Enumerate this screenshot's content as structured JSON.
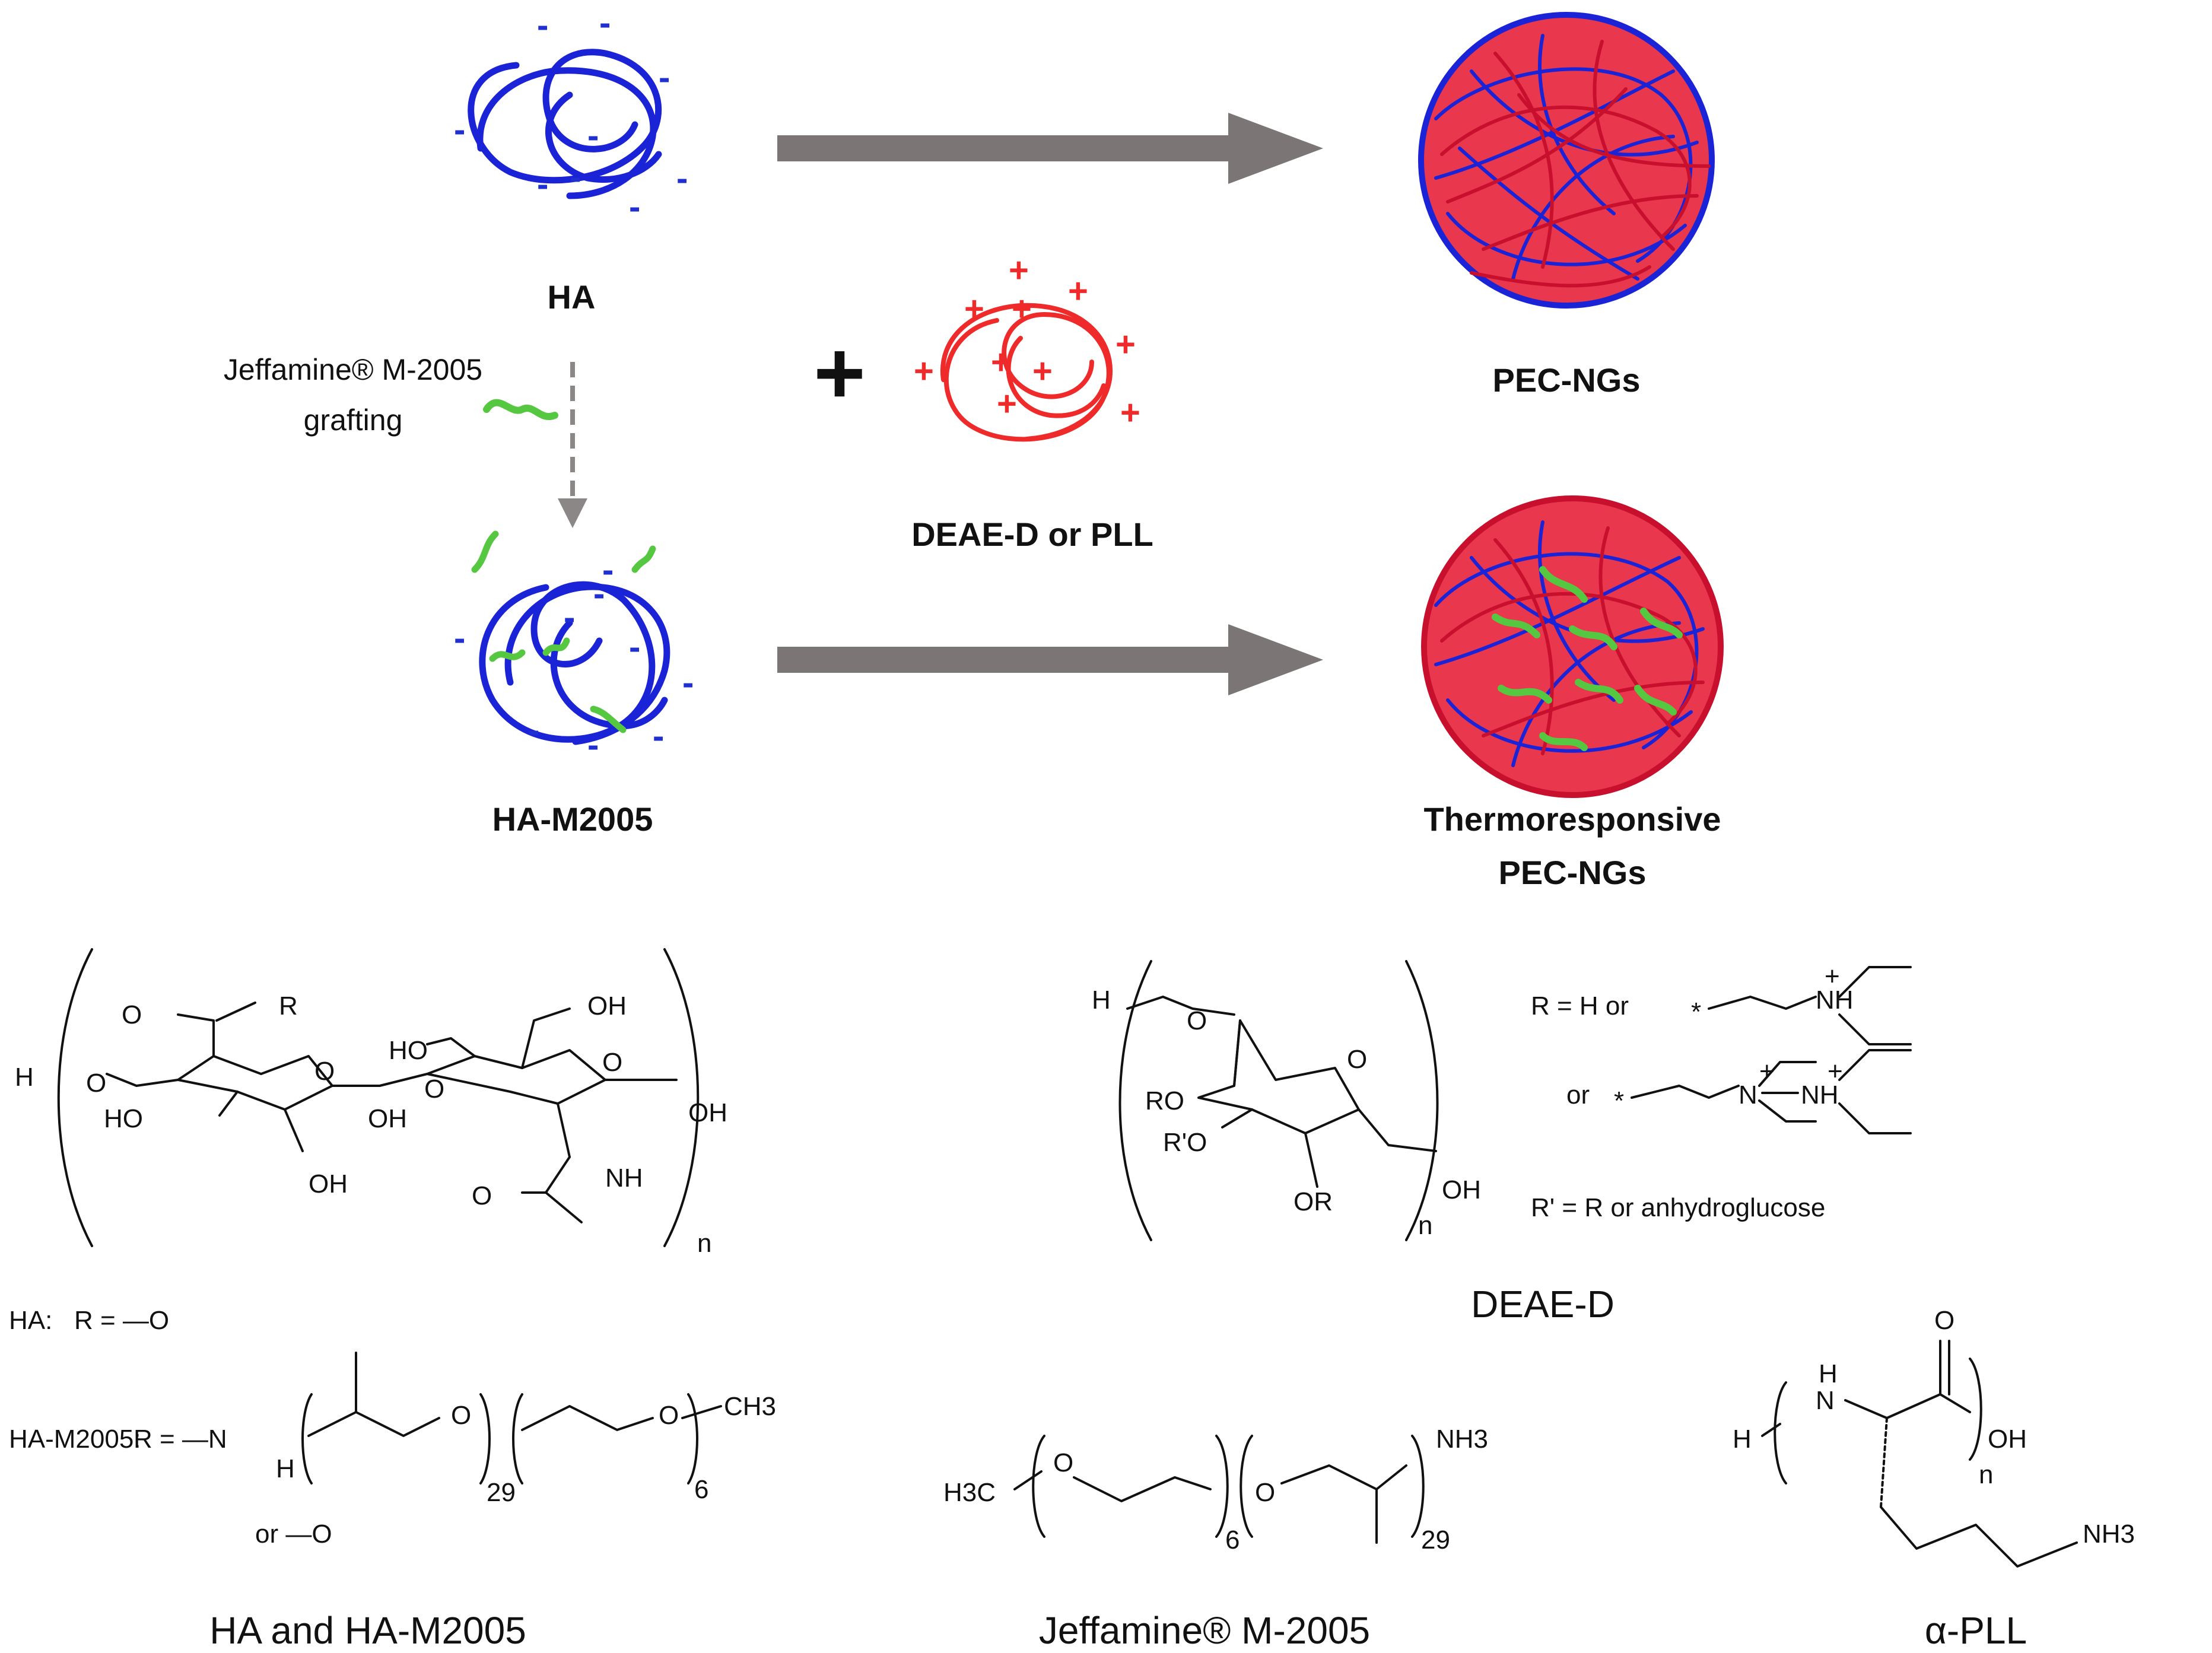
{
  "colors": {
    "anionic": "#1a23d6",
    "cationic": "#ee2a2a",
    "graft": "#56c740",
    "arrow": "#7b7575",
    "text": "#111111"
  },
  "schematic": {
    "ha_label": "HA",
    "grafting_label_line1": "Jeffamine® M-2005",
    "grafting_label_line2": "grafting",
    "ha_m2005_label": "HA-M2005",
    "plus_sign": "+",
    "polycation_label": "DEAE-D or PLL",
    "pec_ngs_label": "PEC-NGs",
    "thermo_label_line1": "Thermoresponsive",
    "thermo_label_line2": "PEC-NGs",
    "negative_charge": "-",
    "positive_charge": "+"
  },
  "structures": {
    "ha": {
      "caption": "HA and HA-M2005",
      "r_group": "R",
      "subscript_n": "n",
      "atoms": [
        "O",
        "R",
        "OH",
        "H",
        "O",
        "O",
        "HO",
        "O",
        "O",
        "OH",
        "HO",
        "OH",
        "OH",
        "NH",
        "O"
      ],
      "ha_def_prefix": "HA:",
      "ha_def_r": "R = —O",
      "ha_m2005_def_prefix": "HA-M2005:",
      "ha_m2005_def_r": "R = —N",
      "ha_m2005_def_h": "H",
      "ha_m2005_o1": "O",
      "ha_m2005_sub29": "29",
      "ha_m2005_o2": "O",
      "ha_m2005_sub6": "6",
      "ha_m2005_ch3": "CH3",
      "or_o": "or —O"
    },
    "deae": {
      "caption": "DEAE-D",
      "atoms": [
        "H",
        "O",
        "RO",
        "R'O",
        "O",
        "OR",
        "OH"
      ],
      "subscript_n": "n",
      "r_def": "R = H or",
      "or_word": "or",
      "r_prime_def": "R' = R or  anhydroglucose",
      "star": "*",
      "nh": "NH",
      "n": "N",
      "plus": "+",
      "h": "H"
    },
    "jeffamine": {
      "caption": "Jeffamine® M-2005",
      "h3c": "H3C",
      "o1": "O",
      "sub6": "6",
      "o2": "O",
      "sub29": "29",
      "nh3": "NH3"
    },
    "pll": {
      "caption": "α-PLL",
      "h": "H",
      "nh": "H",
      "n_atom": "N",
      "o": "O",
      "oh": "OH",
      "sub_n": "n",
      "nh3": "NH3"
    }
  }
}
